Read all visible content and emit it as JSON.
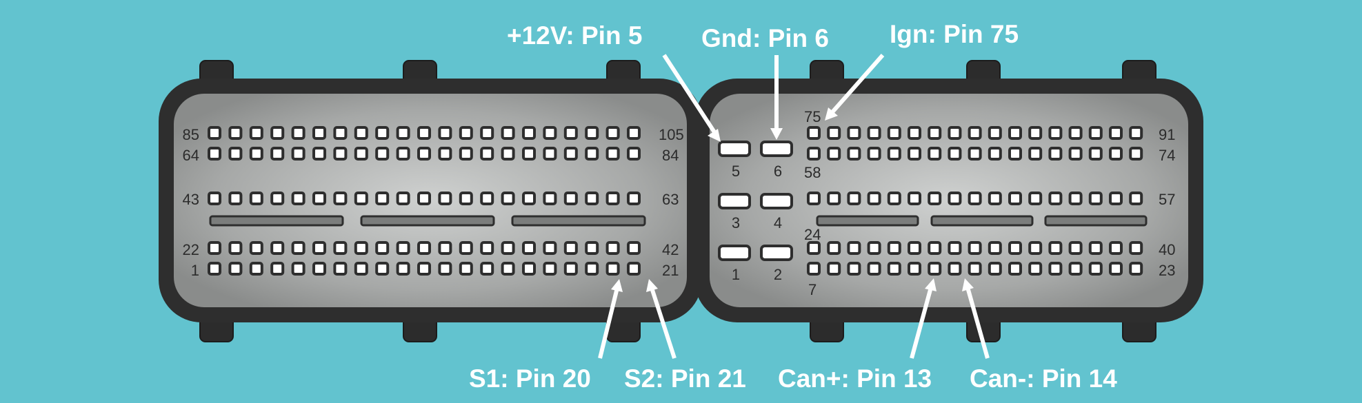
{
  "diagram": {
    "callouts": {
      "plus12v": "+12V: Pin 5",
      "gnd": "Gnd: Pin 6",
      "ign": "Ign: Pin 75",
      "s1": "S1: Pin 20",
      "s2": "S2: Pin 21",
      "canp": "Can+: Pin 13",
      "canm": "Can-: Pin 14"
    },
    "left_block": {
      "row1_left": "85",
      "row1_right": "105",
      "row2_left": "64",
      "row2_right": "84",
      "row3_left": "43",
      "row3_right": "63",
      "row4_left": "22",
      "row4_right": "42",
      "row5_left": "1",
      "row5_right": "21"
    },
    "power_block": {
      "p5": "5",
      "p6": "6",
      "p3": "3",
      "p4": "4",
      "p1": "1",
      "p2": "2"
    },
    "right_block": {
      "top_left": "75",
      "row1_right": "91",
      "row2_left_below": "58",
      "row2_right": "74",
      "row3_right": "57",
      "row3_left_below": "24",
      "row4_right": "40",
      "row5_right": "23",
      "bottom_left": "7"
    },
    "colors": {
      "background": "#62c3cf",
      "housing": "#2e2e2e",
      "face_light": "#c6c8c7",
      "face_dark": "#8c8e8d",
      "callout_text": "#ffffff"
    }
  }
}
